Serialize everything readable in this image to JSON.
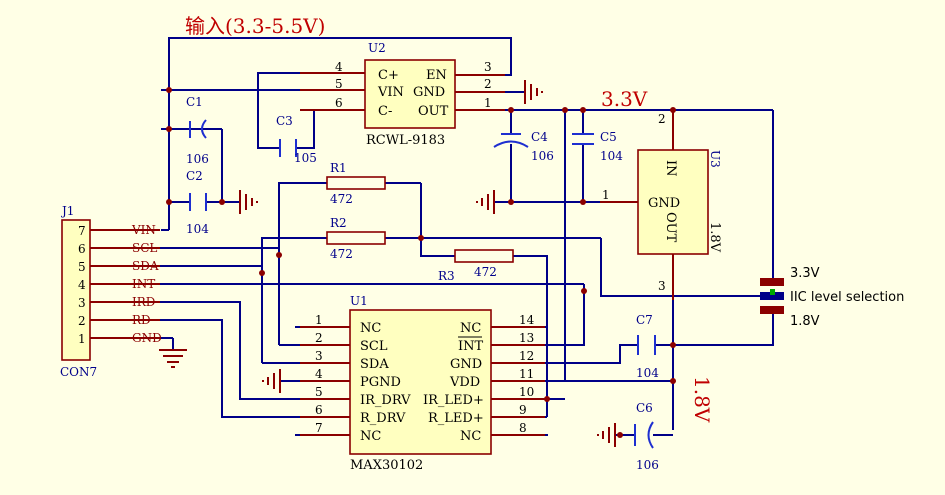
{
  "title_input": "输入(3.3-5.5V)",
  "rail_3v3": "3.3V",
  "rail_1v8": "1.8V",
  "u2": {
    "ref": "U2",
    "name": "RCWL-9183",
    "left_pins": [
      {
        "num": "4",
        "name": "C+"
      },
      {
        "num": "5",
        "name": "VIN"
      },
      {
        "num": "6",
        "name": "C-"
      }
    ],
    "right_pins": [
      {
        "num": "3",
        "name": "EN"
      },
      {
        "num": "2",
        "name": "GND"
      },
      {
        "num": "1",
        "name": "OUT"
      }
    ]
  },
  "u3": {
    "ref": "U3",
    "value": "1.8V",
    "pin_in": "IN",
    "pin_gnd": "GND",
    "pin_out": "OUT",
    "pin2": "2",
    "pin1": "1",
    "pin3": "3"
  },
  "u1": {
    "ref": "U1",
    "name": "MAX30102",
    "left_pins": [
      {
        "num": "1",
        "name": "NC"
      },
      {
        "num": "2",
        "name": "SCL"
      },
      {
        "num": "3",
        "name": "SDA"
      },
      {
        "num": "4",
        "name": "PGND"
      },
      {
        "num": "5",
        "name": "IR_DRV"
      },
      {
        "num": "6",
        "name": "R_DRV"
      },
      {
        "num": "7",
        "name": "NC"
      }
    ],
    "right_pins": [
      {
        "num": "14",
        "name": "NC"
      },
      {
        "num": "13",
        "name": "INT"
      },
      {
        "num": "12",
        "name": "GND"
      },
      {
        "num": "11",
        "name": "VDD"
      },
      {
        "num": "10",
        "name": "IR_LED+"
      },
      {
        "num": "9",
        "name": "R_LED+"
      },
      {
        "num": "8",
        "name": "NC"
      }
    ]
  },
  "j1": {
    "ref": "J1",
    "name": "CON7",
    "pins": [
      {
        "num": "7",
        "net": "VIN"
      },
      {
        "num": "6",
        "net": "SCL"
      },
      {
        "num": "5",
        "net": "SDA"
      },
      {
        "num": "4",
        "net": "INT"
      },
      {
        "num": "3",
        "net": "IRD"
      },
      {
        "num": "2",
        "net": "RD"
      },
      {
        "num": "1",
        "net": "GND"
      }
    ]
  },
  "caps": [
    {
      "ref": "C1",
      "value": "106"
    },
    {
      "ref": "C2",
      "value": "104"
    },
    {
      "ref": "C3",
      "value": "105"
    },
    {
      "ref": "C4",
      "value": "106"
    },
    {
      "ref": "C5",
      "value": "104"
    },
    {
      "ref": "C6",
      "value": "106"
    },
    {
      "ref": "C7",
      "value": "104"
    }
  ],
  "resistors": [
    {
      "ref": "R1",
      "value": "472"
    },
    {
      "ref": "R2",
      "value": "472"
    },
    {
      "ref": "R3",
      "value": "472"
    }
  ],
  "iic": {
    "opt_3v3": "3.3V",
    "label": "IIC level selection",
    "opt_1v8": "1.8V"
  }
}
